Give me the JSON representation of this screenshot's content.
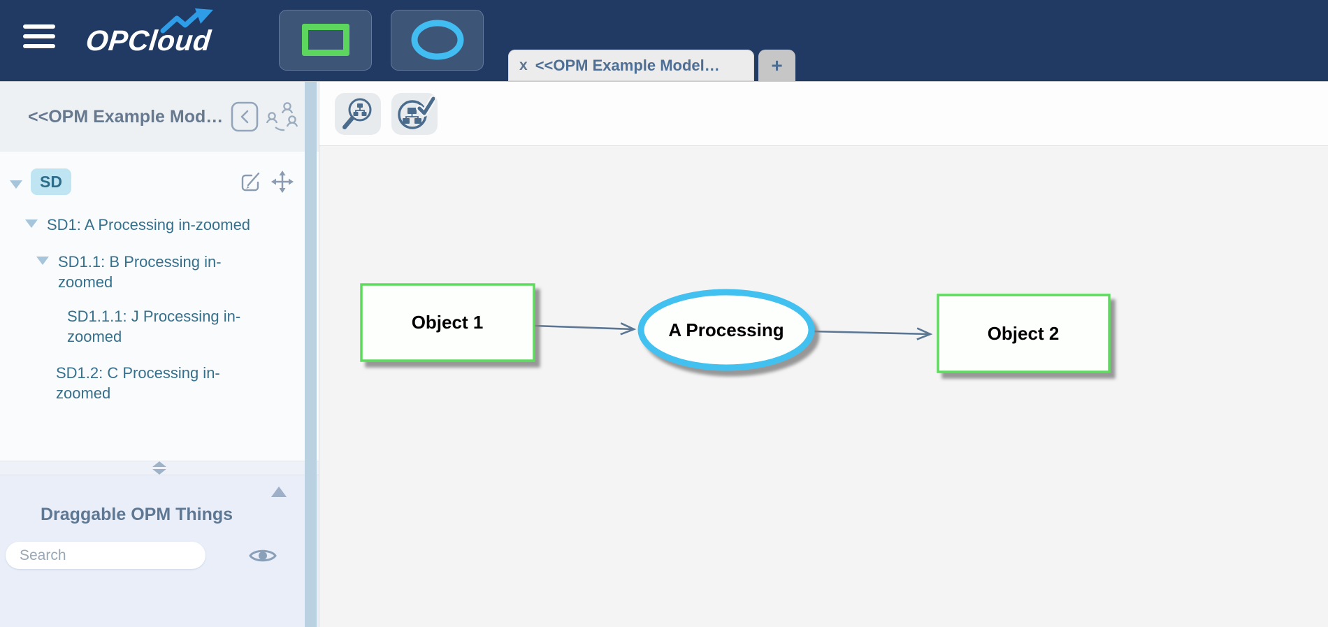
{
  "colors": {
    "navbar_bg": "#203a64",
    "object_green": "#5ddb5d",
    "process_blue": "#42c0f0",
    "link_color": "#5a7693",
    "selected_item_bg": "#bfe4f2"
  },
  "navbar": {
    "logo_text": "OPCloud",
    "icons": [
      "hamburger-menu-icon",
      "object-rectangle-icon",
      "process-ellipse-icon"
    ],
    "tab": {
      "close_label": "x",
      "title": "<<OPM Example Model…"
    },
    "new_tab_label": "+"
  },
  "sidebar": {
    "header": {
      "title": "<<OPM Example Mod…",
      "icons": [
        "collapse-sidebar-icon",
        "collaborators-icon"
      ]
    },
    "tree": [
      {
        "label": "SD",
        "selected": true,
        "expanded": true,
        "icons": [
          "edit-icon",
          "move-icon"
        ]
      },
      {
        "label": "SD1: A Processing in-zoomed",
        "expanded": true
      },
      {
        "label": "SD1.1: B Processing in-zoomed",
        "expanded": true
      },
      {
        "label": "SD1.1.1: J Processing in-zoomed",
        "expanded": false
      },
      {
        "label": "SD1.2: C Processing in-zoomed",
        "expanded": false
      }
    ],
    "panel": {
      "title": "Draggable OPM Things",
      "search_placeholder": "Search",
      "icons": [
        "collapse-panel-icon",
        "eye-icon"
      ]
    }
  },
  "canvas": {
    "toolbar_icons": [
      "search-diagram-icon",
      "validate-diagram-icon"
    ],
    "diagram": {
      "nodes": [
        {
          "id": "object1",
          "type": "object",
          "label": "Object 1"
        },
        {
          "id": "processA",
          "type": "process",
          "label": "A Processing"
        },
        {
          "id": "object2",
          "type": "object",
          "label": "Object 2"
        }
      ],
      "links": [
        {
          "from": "object1",
          "to": "processA"
        },
        {
          "from": "processA",
          "to": "object2"
        }
      ]
    }
  }
}
